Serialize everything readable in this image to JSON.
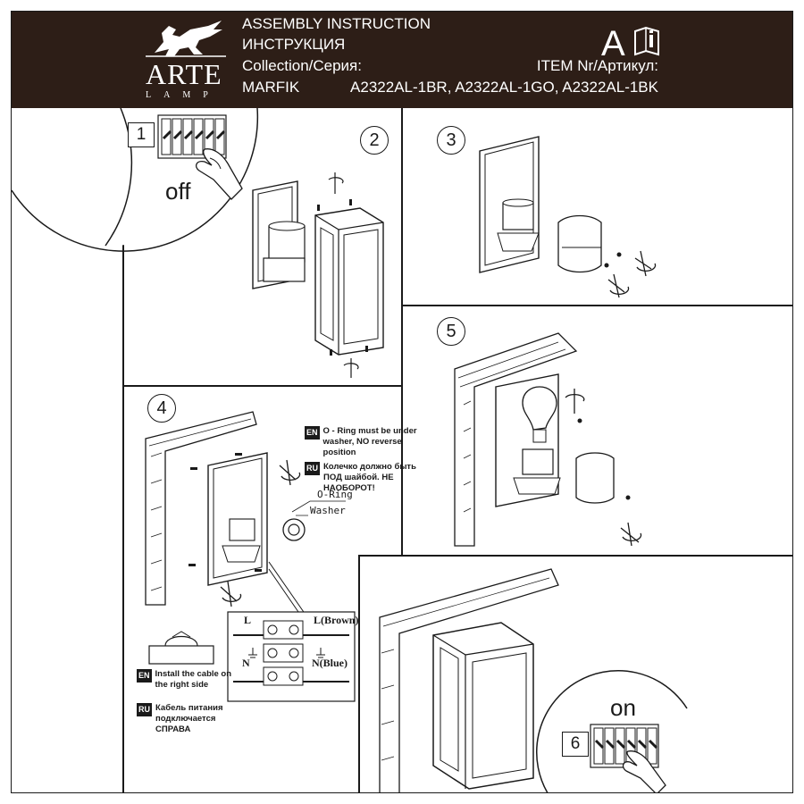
{
  "header": {
    "brand": "ARTE",
    "brand_sub": "LAMP",
    "title_en": "ASSEMBLY INSTRUCTION",
    "title_ru": "ИНСТРУКЦИЯ",
    "collection_label": "Collection/Серия:",
    "collection_value": "MARFIK",
    "language_badge": "A",
    "item_label": "ITEM Nr/Артикул:",
    "item_value": "A2322AL-1BR, A2322AL-1GO, A2322AL-1BK",
    "colors": {
      "bar": "#2d1e17",
      "text": "#ffffff"
    }
  },
  "steps": {
    "s1": {
      "num": "1",
      "word": "off"
    },
    "s2": {
      "num": "2"
    },
    "s3": {
      "num": "3"
    },
    "s4": {
      "num": "4",
      "note_en_tag": "EN",
      "note_en": "O - Ring must be under washer, NO reverse position",
      "note_ru_tag": "RU",
      "note_ru": "Колечко должно быть ПОД шайбой. НЕ НАОБОРОТ!",
      "oring_label": "O-Ring",
      "washer_label": "Washer",
      "wire_l": "L",
      "wire_l_right": "L(Brown)",
      "wire_n": "N",
      "wire_n_right": "N(Blue)",
      "cable_en_tag": "EN",
      "cable_en": "Install the cable on the right side",
      "cable_ru_tag": "RU",
      "cable_ru": "Кабель питания подключается СПРАВА"
    },
    "s5": {
      "num": "5"
    },
    "s6": {
      "num": "6",
      "word": "on"
    }
  },
  "icons": [
    "griffin-logo-icon",
    "info-book-icon",
    "breaker-icon",
    "hand-icon",
    "rotate-arrow-icon",
    "screw-icon",
    "bulb-icon",
    "ground-icon"
  ]
}
